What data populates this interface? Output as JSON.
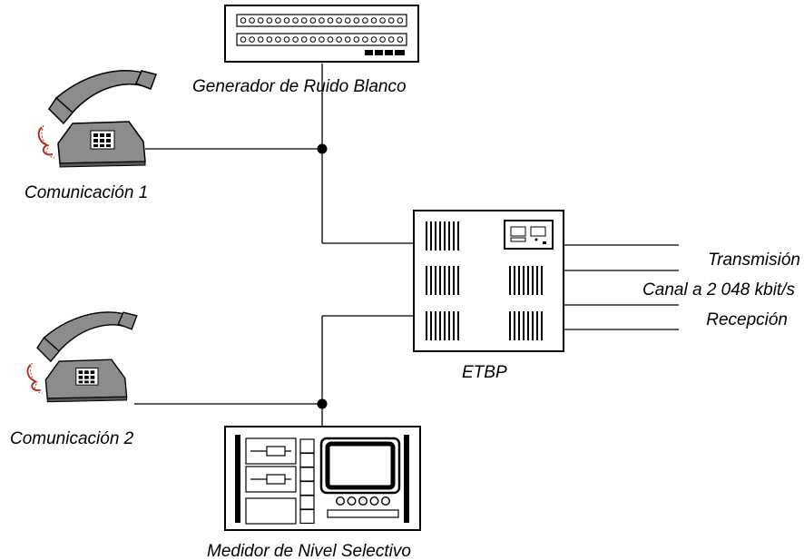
{
  "diagram": {
    "labels": {
      "noise_generator": "Generador de Ruido Blanco",
      "phone_1": "Comunicación 1",
      "phone_2": "Comunicación 2",
      "etbp": "ETBP",
      "transmission": "Transmisión",
      "channel": "Canal a 2 048 kbit/s",
      "reception": "Recepción",
      "level_meter": "Medidor de Nivel Selectivo"
    },
    "colors": {
      "line": "#000000",
      "phone_body": "#8c8c8c",
      "phone_dark": "#555555",
      "cord": "#b03020",
      "background": "#ffffff"
    },
    "icons": [
      "telephone-icon",
      "noise-generator-icon",
      "etbp-equipment-icon",
      "level-meter-icon"
    ]
  }
}
